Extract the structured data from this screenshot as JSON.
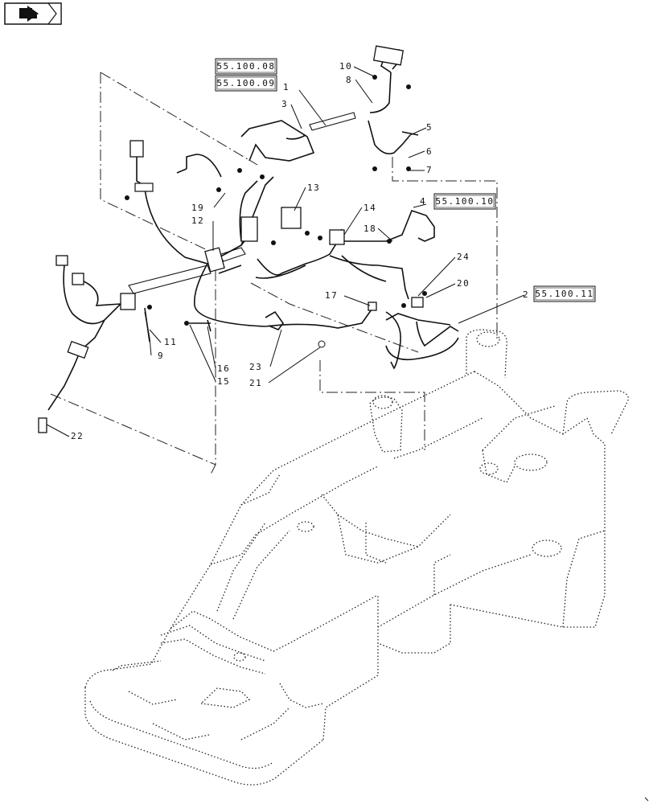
{
  "nav_icon": {
    "name": "back-arrow-icon",
    "color": "#111111"
  },
  "reference_boxes": [
    {
      "id": "ref-55-100-08",
      "label": "55.100.08"
    },
    {
      "id": "ref-55-100-09",
      "label": "55.100.09"
    },
    {
      "id": "ref-55-100-10",
      "label": "55.100.10"
    },
    {
      "id": "ref-55-100-11",
      "label": "55.100.11"
    }
  ],
  "callouts": [
    {
      "n": "1"
    },
    {
      "n": "2"
    },
    {
      "n": "3"
    },
    {
      "n": "4"
    },
    {
      "n": "5"
    },
    {
      "n": "6"
    },
    {
      "n": "7"
    },
    {
      "n": "8"
    },
    {
      "n": "9"
    },
    {
      "n": "10"
    },
    {
      "n": "11"
    },
    {
      "n": "12"
    },
    {
      "n": "13"
    },
    {
      "n": "14"
    },
    {
      "n": "15"
    },
    {
      "n": "16"
    },
    {
      "n": "17"
    },
    {
      "n": "18"
    },
    {
      "n": "19"
    },
    {
      "n": "20"
    },
    {
      "n": "21"
    },
    {
      "n": "22"
    },
    {
      "n": "23"
    },
    {
      "n": "24"
    }
  ]
}
